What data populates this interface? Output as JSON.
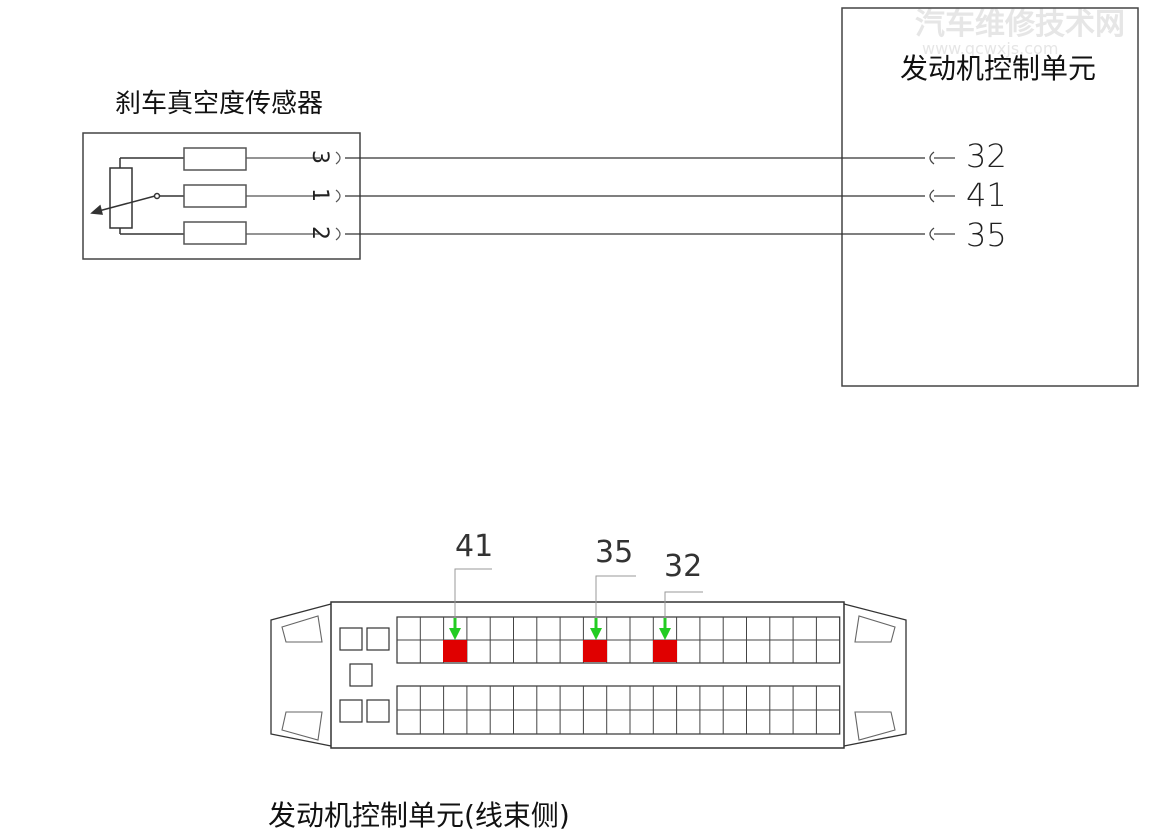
{
  "watermark": {
    "site_name": "汽车维修技术网",
    "site_url": "www.qcwxjs.com"
  },
  "sensor": {
    "title": "刹车真空度传感器",
    "terminals": [
      "3",
      "1",
      "2"
    ]
  },
  "ecu": {
    "title": "发动机控制单元",
    "pins": [
      "32",
      "41",
      "35"
    ]
  },
  "connector": {
    "caption": "发动机控制单元(线束侧)",
    "callouts": [
      "41",
      "35",
      "32"
    ],
    "highlight_color": "#e00000",
    "arrow_color": "#22cc22"
  }
}
